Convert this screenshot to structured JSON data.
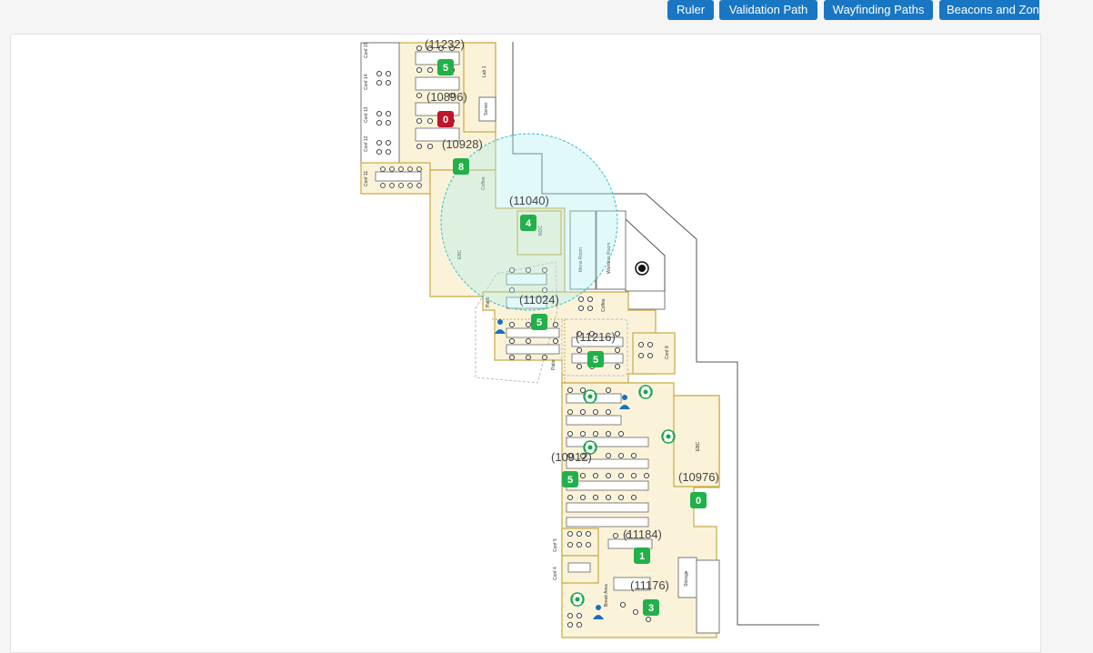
{
  "toolbar": {
    "ruler": "Ruler",
    "validation_path": "Validation Path",
    "wayfinding_paths": "Wayfinding Paths",
    "beacons_and_zones": "Beacons and Zones"
  },
  "zones": [
    {
      "id": "(11232)",
      "count": "5",
      "status": "ok"
    },
    {
      "id": "(10896)",
      "count": "0",
      "status": "alert"
    },
    {
      "id": "(10928)",
      "count": "8",
      "status": "ok"
    },
    {
      "id": "(11040)",
      "count": "4",
      "status": "ok"
    },
    {
      "id": "(11024)",
      "count": "5",
      "status": "ok"
    },
    {
      "id": "(11216)",
      "count": "5",
      "status": "ok"
    },
    {
      "id": "(10912)",
      "count": "5",
      "status": "ok"
    },
    {
      "id": "(10976)",
      "count": "0",
      "status": "ok"
    },
    {
      "id": "(11184)",
      "count": "1",
      "status": "ok"
    },
    {
      "id": "(11176)",
      "count": "3",
      "status": "ok"
    }
  ],
  "rooms": {
    "conf15": "Conf 15",
    "conf14": "Conf 14",
    "conf13": "Conf 13",
    "conf12": "Conf 12",
    "conf11": "Conf 11",
    "lab1": "Lab 1",
    "server": "Server",
    "coffee1": "Coffee",
    "ebc1": "EBC",
    "noc": "NOC",
    "mens": "Mens Room",
    "womens": "Womens Room",
    "patio1": "Patio",
    "coffee2": "Coffee",
    "conf8": "Conf 8",
    "patio2": "Patio",
    "ebc2": "EBC",
    "conf5": "Conf 5",
    "conf4": "Conf 4",
    "break": "Break Area",
    "storage": "Storage"
  },
  "colors": {
    "accent": "#1976c2",
    "zone_ok": "#22b04b",
    "zone_alert": "#c0152a",
    "beacon": "#19a34a",
    "person": "#1a6fc0"
  },
  "icons": [
    "beacon-icon",
    "person-icon",
    "location-target-icon"
  ]
}
